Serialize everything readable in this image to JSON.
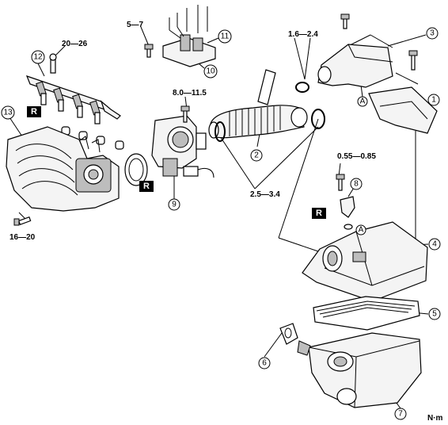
{
  "diagram": {
    "torque_values": [
      {
        "id": "t1",
        "text": "20—26"
      },
      {
        "id": "t2",
        "text": "5—7"
      },
      {
        "id": "t3",
        "text": "1.6—2.4"
      },
      {
        "id": "t4",
        "text": "8.0—11.5"
      },
      {
        "id": "t5",
        "text": "2.5—3.4"
      },
      {
        "id": "t6",
        "text": "0.55—0.85"
      },
      {
        "id": "t7",
        "text": "16—20"
      }
    ],
    "callouts": [
      "1",
      "2",
      "3",
      "4",
      "5",
      "6",
      "7",
      "8",
      "9",
      "10",
      "11",
      "12",
      "13"
    ],
    "replace_marker": "R",
    "reference_marker": "A",
    "unit_label": "N·m"
  }
}
